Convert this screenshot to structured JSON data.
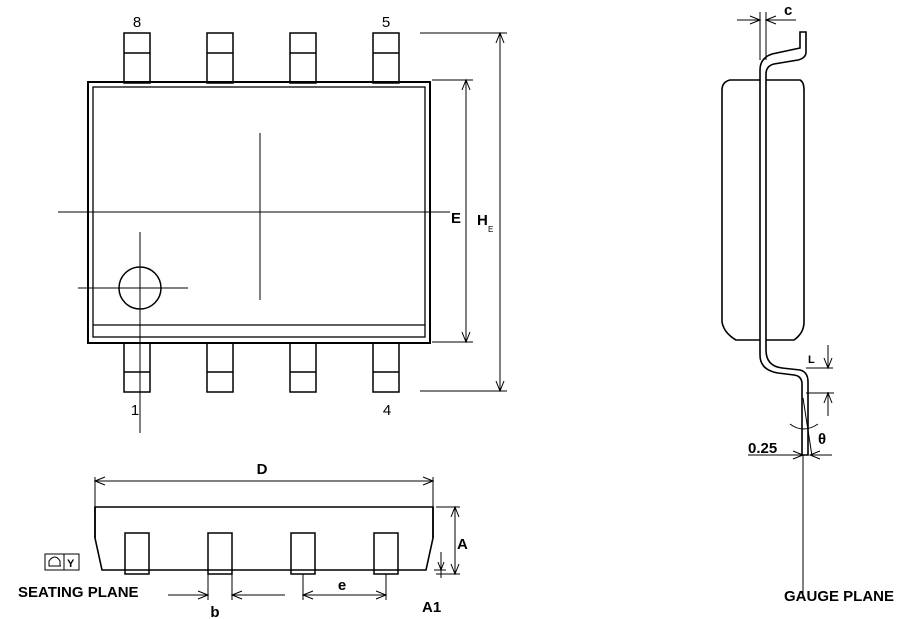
{
  "top_view": {
    "pin_labels": {
      "pin8": "8",
      "pin5": "5",
      "pin1": "1",
      "pin4": "4"
    },
    "dim_E": "E",
    "dim_HE_main": "H",
    "dim_HE_sub": "E"
  },
  "front_view": {
    "dim_D": "D",
    "dim_A": "A",
    "dim_A1": "A1",
    "dim_b": "b",
    "dim_e": "e",
    "flatness_symbol": "Y",
    "seating_plane": "SEATING PLANE"
  },
  "side_view": {
    "dim_c": "c",
    "dim_L": "L",
    "dim_theta": "θ",
    "dim_gauge": "0.25",
    "gauge_plane": "GAUGE PLANE"
  }
}
